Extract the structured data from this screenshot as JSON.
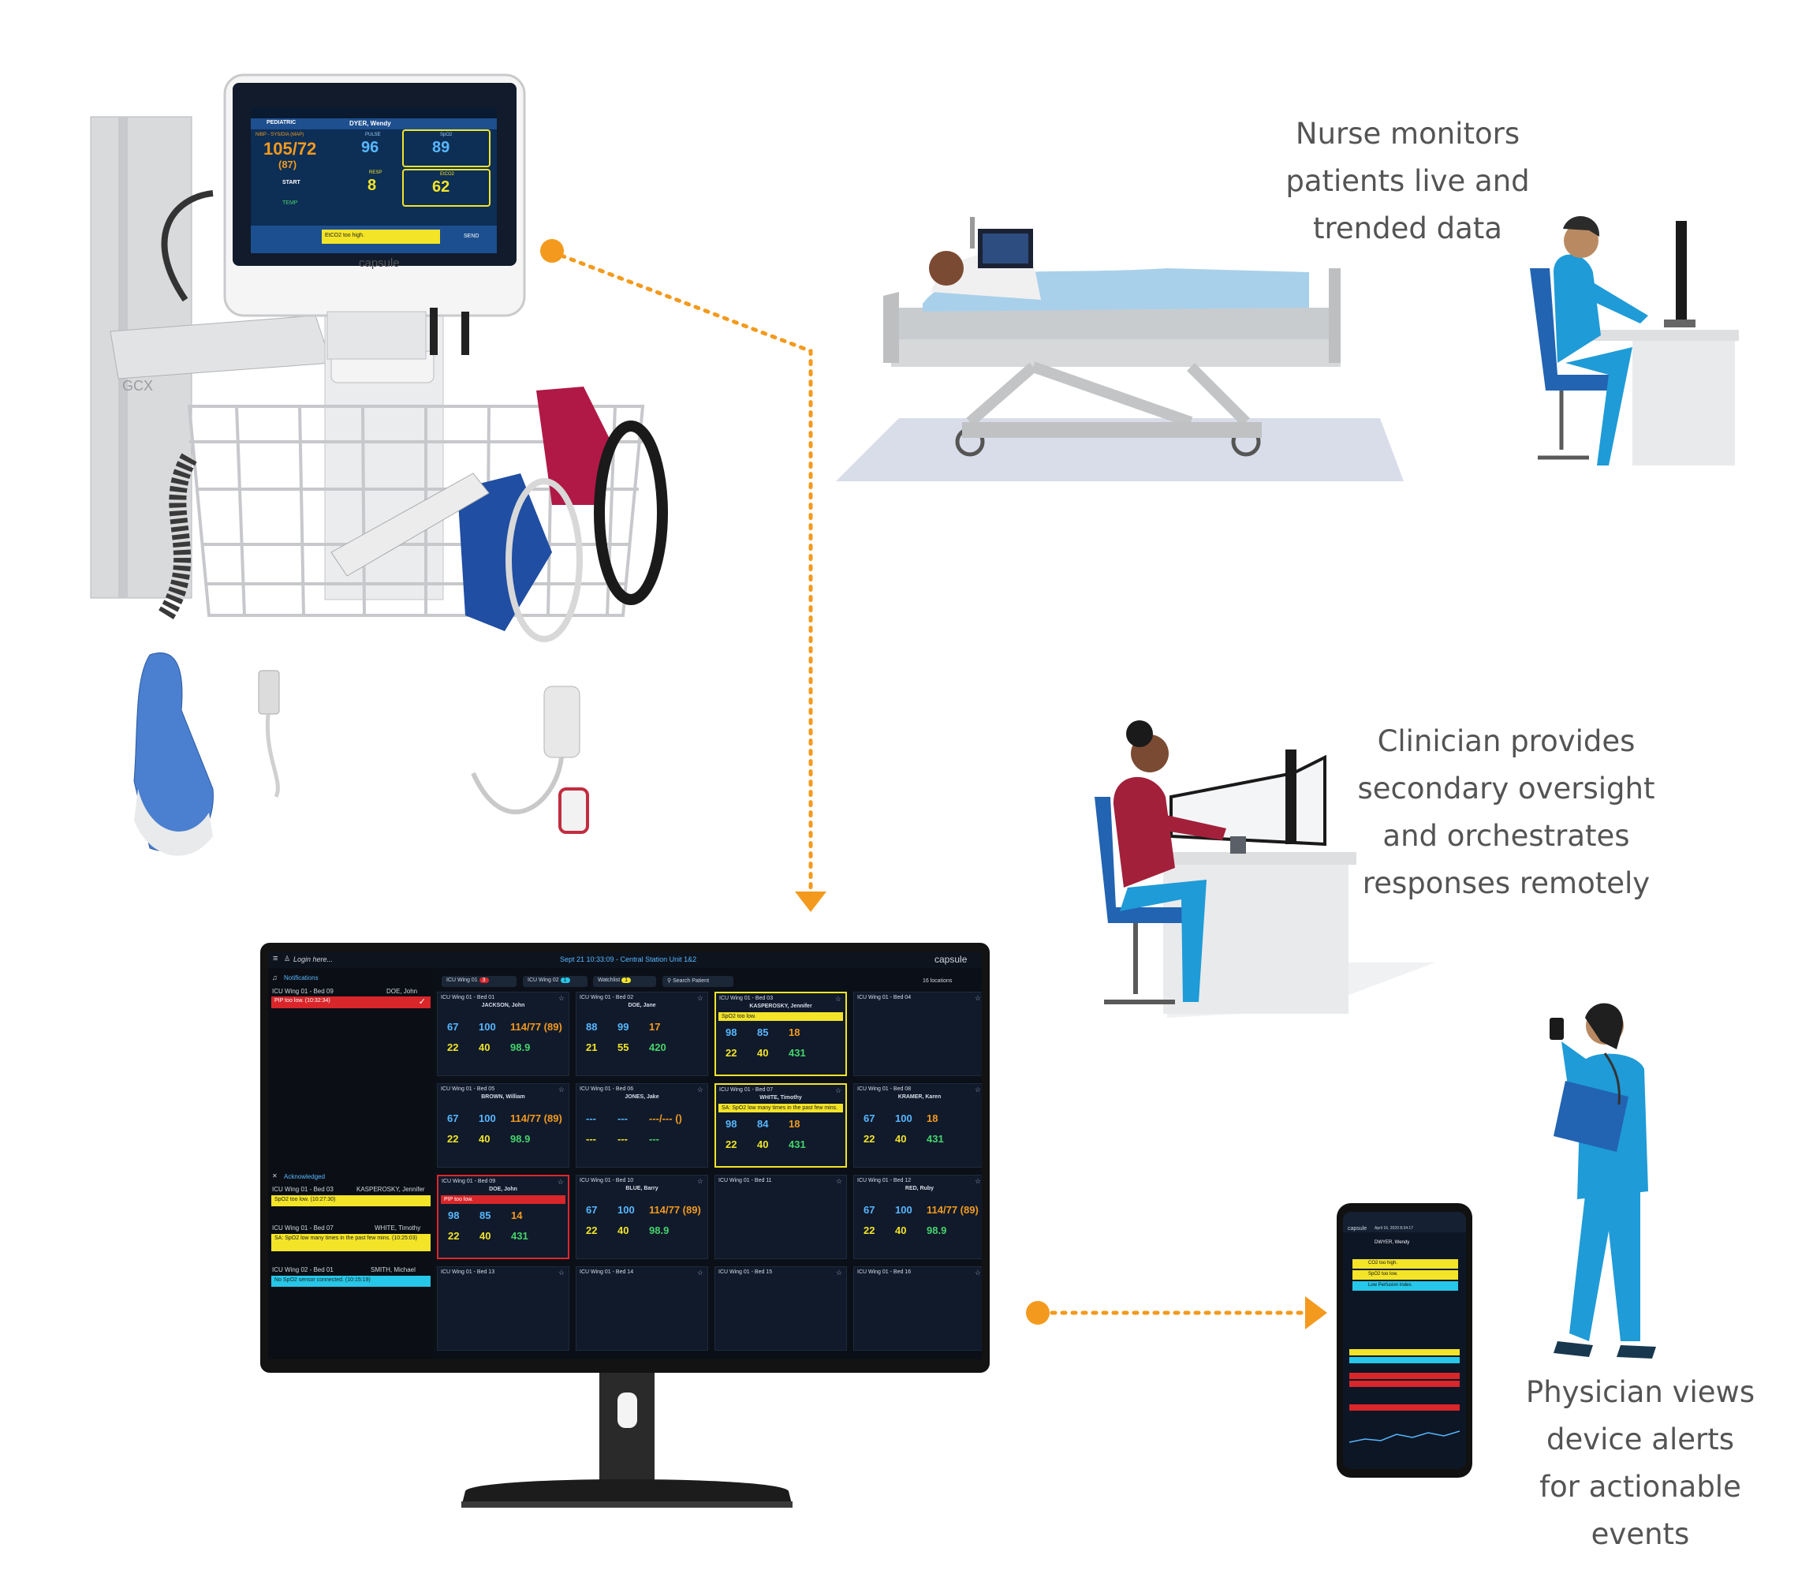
{
  "captions": {
    "nurse": "Nurse monitors\npatients live and\ntrended data",
    "clinician": "Clinician provides\nsecondary oversight\nand orchestrates\nresponses remotely",
    "physician": "Physician views\ndevice alerts\nfor actionable\nevents"
  },
  "colors": {
    "arrow": "#f39a1e",
    "caption": "#545454",
    "nurse_scrubs": "#1f9bd7",
    "clinician_shirt": "#a3203a"
  },
  "device": {
    "brand": "capsule",
    "patient_name": "DYER, Wendy",
    "mode": "PEDIATRIC",
    "nibp_label": "NIBP - SYS/DIA (MAP)",
    "nibp_value": "105/72",
    "nibp_map": "(87)",
    "pulse_label": "PULSE",
    "pulse_value": "96",
    "spo2_label": "SpO2",
    "spo2_value": "89",
    "resp_label": "RESP",
    "resp_value": "8",
    "etco2_label": "EtCO2",
    "etco2_value": "62",
    "start_label": "START",
    "temp_label": "TEMP",
    "alert_text": "EtCO2 too high.",
    "send_label": "SEND"
  },
  "central_station": {
    "login_label": "Login here...",
    "header_title": "Sept 21  10:33:09 - Central Station Unit 1&2",
    "brand": "capsule",
    "notifications_label": "Notifications",
    "acknowledged_label": "Acknowledged",
    "locations": "16 locations",
    "tabs": [
      {
        "label": "ICU Wing 01",
        "badge": "3"
      },
      {
        "label": "ICU Wing 02",
        "badge": "1"
      },
      {
        "label": "Watchlist",
        "badge": "1"
      },
      {
        "label": "Search Patient",
        "badge": ""
      }
    ],
    "notifications": [
      {
        "location": "ICU Wing 01 - Bed 09",
        "patient": "DOE, John",
        "message": "PIP too low. (10:32:34)"
      }
    ],
    "acknowledged": [
      {
        "location": "ICU Wing 01 - Bed 03",
        "patient": "KASPEROSKY, Jennifer",
        "message": "SpO2 too low. (10:27:30)"
      },
      {
        "location": "ICU Wing 01 - Bed 07",
        "patient": "WHITE, Timothy",
        "message": "SA: SpO2 low many times in the past few mins. (10:25:03)"
      },
      {
        "location": "ICU Wing 02 - Bed 01",
        "patient": "SMITH, Michael",
        "message": "No SpO2 sensor connected. (10:15:19)"
      }
    ],
    "beds": [
      {
        "label": "ICU Wing 01 - Bed 01",
        "patient": "JACKSON, John",
        "state": "",
        "alert": "",
        "v1": "67",
        "v2": "100",
        "v3": "114/77 (89)",
        "v4": "22",
        "v5": "40",
        "v6": "98.9"
      },
      {
        "label": "ICU Wing 01 - Bed 02",
        "patient": "DOE, Jane",
        "state": "",
        "alert": "",
        "v1": "88",
        "v2": "99",
        "v3": "17",
        "v4": "21",
        "v5": "55",
        "v6": "420"
      },
      {
        "label": "ICU Wing 01 - Bed 03",
        "patient": "KASPEROSKY, Jennifer",
        "state": "warn",
        "alert": "SpO2 too low.",
        "v1": "98",
        "v2": "85",
        "v3": "18",
        "v4": "22",
        "v5": "40",
        "v6": "431"
      },
      {
        "label": "ICU Wing 01 - Bed 04",
        "patient": "",
        "state": "",
        "alert": "",
        "v1": "",
        "v2": "",
        "v3": "",
        "v4": "",
        "v5": "",
        "v6": ""
      },
      {
        "label": "ICU Wing 01 - Bed 05",
        "patient": "BROWN, William",
        "state": "",
        "alert": "",
        "v1": "67",
        "v2": "100",
        "v3": "114/77 (89)",
        "v4": "22",
        "v5": "40",
        "v6": "98.9"
      },
      {
        "label": "ICU Wing 01 - Bed 06",
        "patient": "JONES, Jake",
        "state": "",
        "alert": "",
        "v1": "---",
        "v2": "---",
        "v3": "---/--- ()",
        "v4": "---",
        "v5": "---",
        "v6": "---"
      },
      {
        "label": "ICU Wing 01 - Bed 07",
        "patient": "WHITE, Timothy",
        "state": "warn",
        "alert": "SA: SpO2 low many times in the past few mins.",
        "v1": "98",
        "v2": "84",
        "v3": "18",
        "v4": "22",
        "v5": "40",
        "v6": "431"
      },
      {
        "label": "ICU Wing 01 - Bed 08",
        "patient": "KRAMER, Karen",
        "state": "",
        "alert": "",
        "v1": "67",
        "v2": "100",
        "v3": "18",
        "v4": "22",
        "v5": "40",
        "v6": "431"
      },
      {
        "label": "ICU Wing 01 - Bed 09",
        "patient": "DOE, John",
        "state": "crit",
        "alert": "PIP too low.",
        "v1": "98",
        "v2": "85",
        "v3": "14",
        "v4": "22",
        "v5": "40",
        "v6": "431"
      },
      {
        "label": "ICU Wing 01 - Bed 10",
        "patient": "BLUE, Barry",
        "state": "",
        "alert": "",
        "v1": "67",
        "v2": "100",
        "v3": "114/77 (89)",
        "v4": "22",
        "v5": "40",
        "v6": "98.9"
      },
      {
        "label": "ICU Wing 01 - Bed 11",
        "patient": "",
        "state": "",
        "alert": "",
        "v1": "",
        "v2": "",
        "v3": "",
        "v4": "",
        "v5": "",
        "v6": ""
      },
      {
        "label": "ICU Wing 01 - Bed 12",
        "patient": "RED, Ruby",
        "state": "",
        "alert": "",
        "v1": "67",
        "v2": "100",
        "v3": "114/77 (89)",
        "v4": "22",
        "v5": "40",
        "v6": "98.9"
      },
      {
        "label": "ICU Wing 01 - Bed 13",
        "patient": "",
        "state": "",
        "alert": "",
        "v1": "",
        "v2": "",
        "v3": "",
        "v4": "",
        "v5": "",
        "v6": ""
      },
      {
        "label": "ICU Wing 01 - Bed 14",
        "patient": "",
        "state": "",
        "alert": "",
        "v1": "",
        "v2": "",
        "v3": "",
        "v4": "",
        "v5": "",
        "v6": ""
      },
      {
        "label": "ICU Wing 01 - Bed 15",
        "patient": "",
        "state": "",
        "alert": "",
        "v1": "",
        "v2": "",
        "v3": "",
        "v4": "",
        "v5": "",
        "v6": ""
      },
      {
        "label": "ICU Wing 01 - Bed 16",
        "patient": "",
        "state": "",
        "alert": "",
        "v1": "",
        "v2": "",
        "v3": "",
        "v4": "",
        "v5": "",
        "v6": ""
      }
    ]
  },
  "phone": {
    "brand": "capsule",
    "date": "April 16, 2020  8:34:17",
    "patient": "DWYER, Wendy",
    "alerts": [
      {
        "text": "CO2 too high.",
        "color": "#f3e428"
      },
      {
        "text": "SpO2 too low.",
        "color": "#f3e428"
      },
      {
        "text": "Low Perfusion Index.",
        "color": "#26c7e8"
      }
    ]
  }
}
